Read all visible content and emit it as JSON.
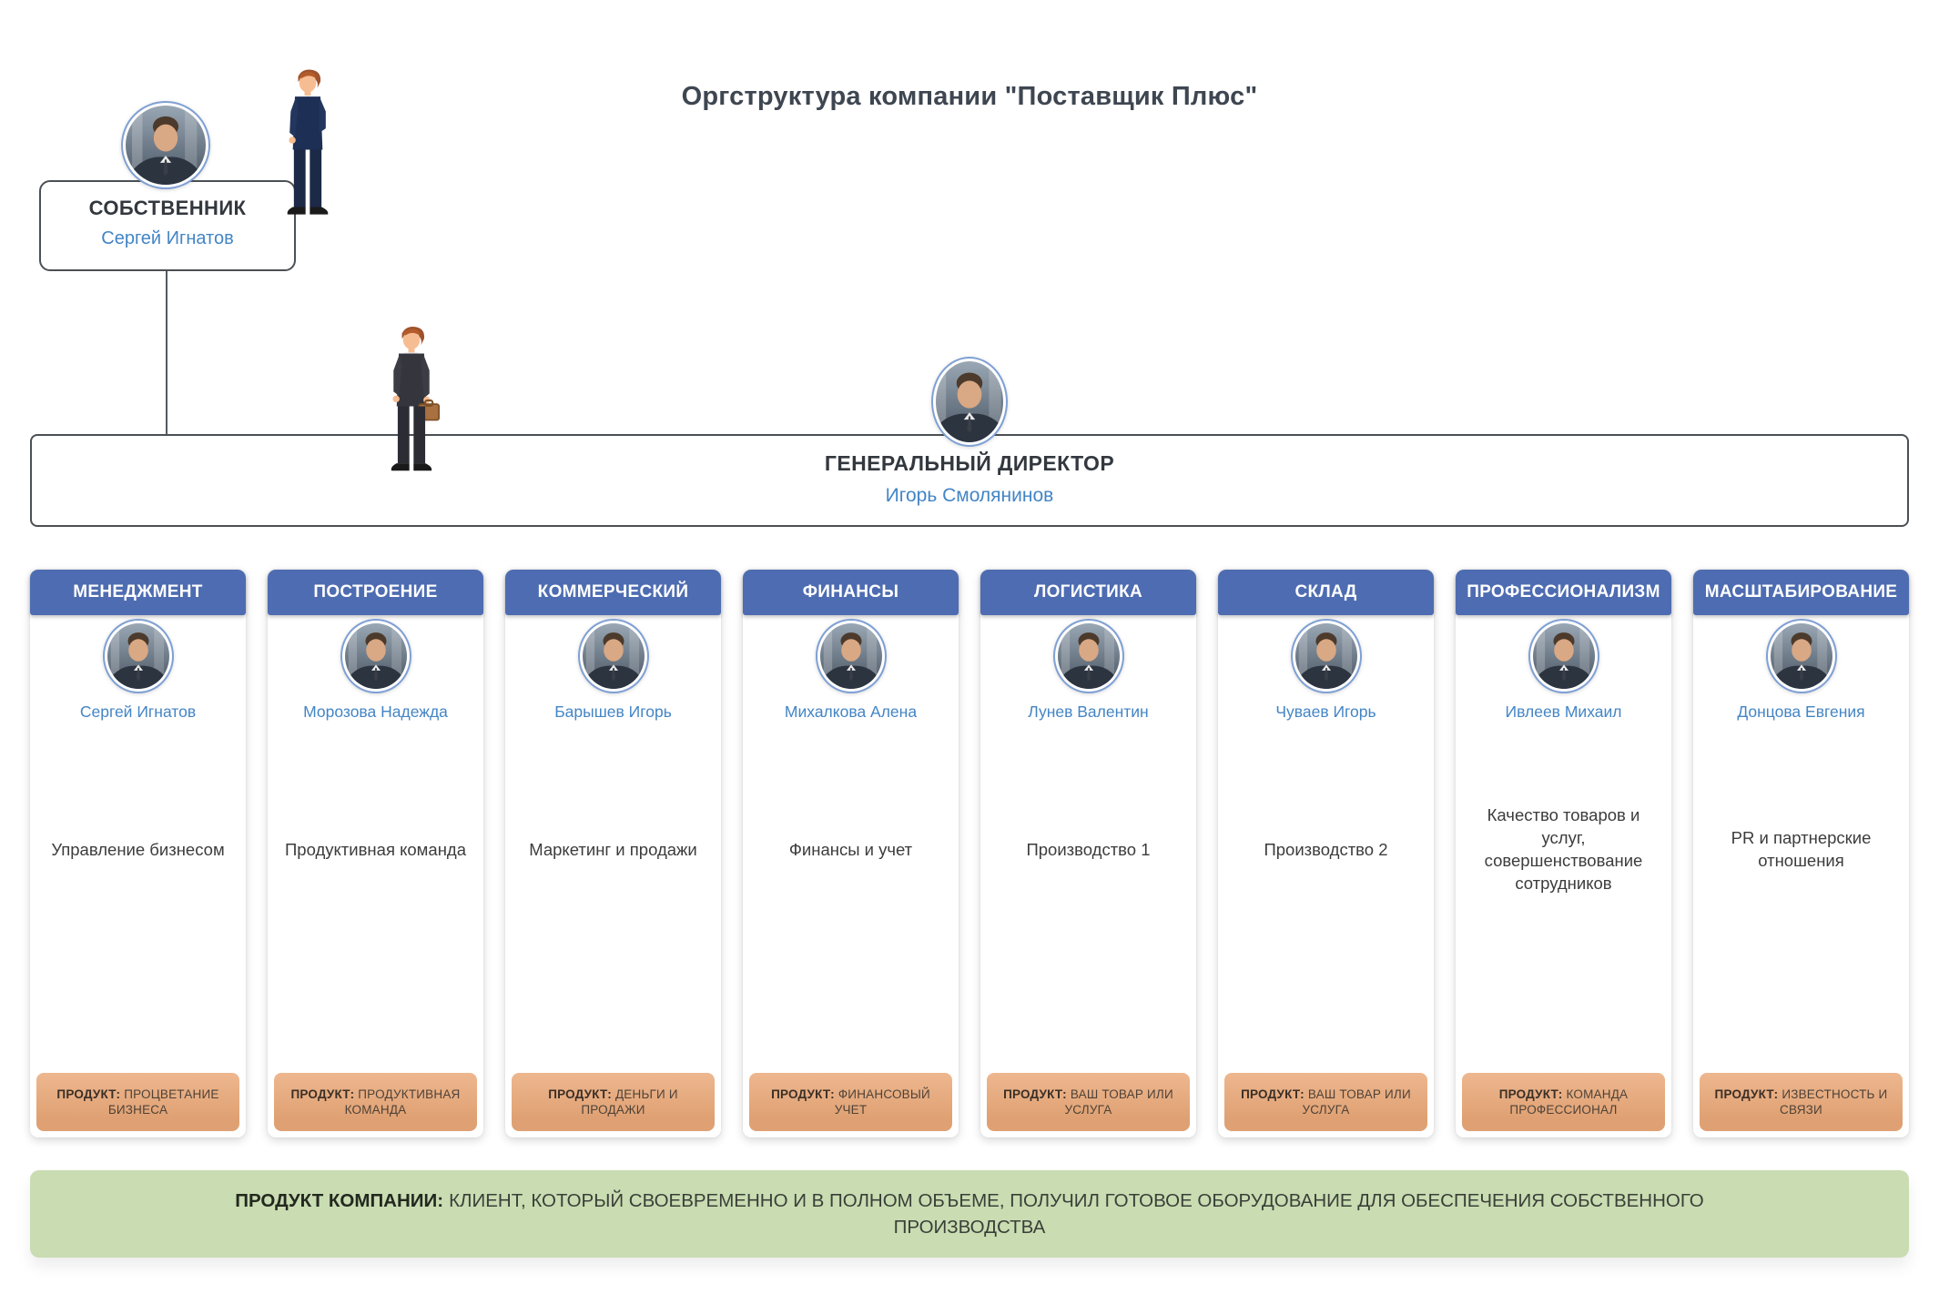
{
  "title": "Оргструктура компании \"Поставщик Плюс\"",
  "owner": {
    "role": "СОБСТВЕННИК",
    "name": "Сергей Игнатов"
  },
  "director": {
    "role": "ГЕНЕРАЛЬНЫЙ ДИРЕКТОР",
    "name": "Игорь Смолянинов"
  },
  "product_label": "ПРОДУКТ:",
  "departments": [
    {
      "title": "МЕНЕДЖМЕНТ",
      "person": "Сергей Игнатов",
      "function": "Управление бизнесом",
      "product": "ПРОЦВЕТАНИЕ БИЗНЕСА"
    },
    {
      "title": "ПОСТРОЕНИЕ",
      "person": "Морозова Надежда",
      "function": "Продуктивная команда",
      "product": "ПРОДУКТИВНАЯ КОМАНДА"
    },
    {
      "title": "КОММЕРЧЕСКИЙ",
      "person": "Барышев Игорь",
      "function": "Маркетинг и продажи",
      "product": "ДЕНЬГИ И ПРОДАЖИ"
    },
    {
      "title": "ФИНАНСЫ",
      "person": "Михалкова Алена",
      "function": "Финансы и учет",
      "product": "ФИНАНСОВЫЙ УЧЕТ"
    },
    {
      "title": "ЛОГИСТИКА",
      "person": "Лунев Валентин",
      "function": "Производство 1",
      "product": "ВАШ ТОВАР ИЛИ УСЛУГА"
    },
    {
      "title": "СКЛАД",
      "person": "Чуваев Игорь",
      "function": "Производство 2",
      "product": "ВАШ ТОВАР ИЛИ УСЛУГА"
    },
    {
      "title": "ПРОФЕССИОНАЛИЗМ",
      "person": "Ивлеев Михаил",
      "function": "Качество товаров и услуг, совершенствование сотрудников",
      "product": "КОМАНДА ПРОФЕССИОНАЛ"
    },
    {
      "title": "МАСШТАБИРОВАНИЕ",
      "person": "Донцова Евгения",
      "function": "PR и партнерские отношения",
      "product": "ИЗВЕСТНОСТЬ И СВЯЗИ"
    }
  ],
  "company_product": {
    "label": "ПРОДУКТ КОМПАНИИ:",
    "text": "КЛИЕНТ, КОТОРЫЙ СВОЕВРЕМЕННО И В ПОЛНОМ ОБЪЕМЕ, ПОЛУЧИЛ ГОТОВОЕ ОБОРУДОВАНИЕ ДЛЯ ОБЕСПЕЧЕНИЯ СОБСТВЕННОГО ПРОИЗВОДСТВА"
  },
  "colors": {
    "header_blue": "#4e6cb1",
    "name_blue": "#4385c5",
    "product_orange_top": "#eeb78f",
    "product_orange_bottom": "#dfa173",
    "banner_green": "#c9dcb2"
  }
}
